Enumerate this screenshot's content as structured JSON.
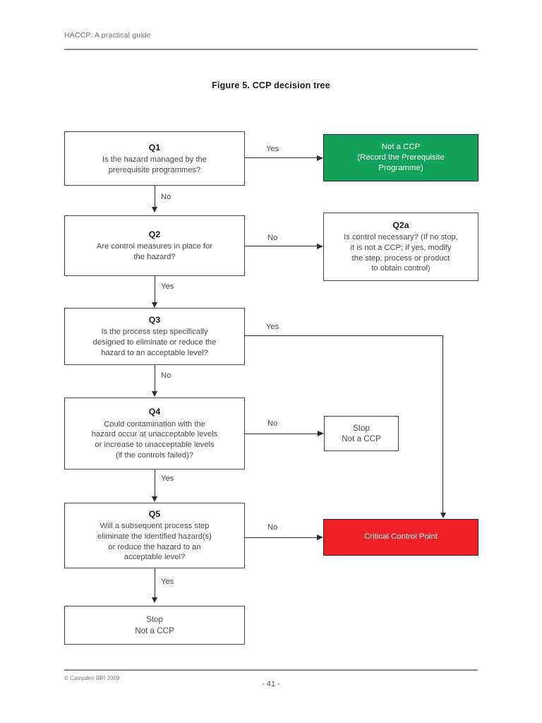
{
  "document": {
    "header": "HACCP: A practical guide",
    "figure_title": "Figure 5. CCP decision tree",
    "footer_copyright": "© Campden BRI  2009",
    "page_number": "- 41 -"
  },
  "colors": {
    "green_box": "#14a35b",
    "red_box": "#ee2026",
    "box_border": "#4a4a4a",
    "text": "#4a4a4a",
    "rule": "#8a8a8a"
  },
  "chart_data": {
    "type": "diagram",
    "title": "Figure 5. CCP decision tree",
    "nodes": [
      {
        "id": "q1",
        "label": "Q1",
        "text": "Is the hazard managed by the\nprerequisite programmes?",
        "kind": "decision"
      },
      {
        "id": "not-a-ccp-prp",
        "label": "",
        "text": "Not a CCP\n(Record the Prerequisite\nProgramme)",
        "kind": "outcome-green"
      },
      {
        "id": "q2",
        "label": "Q2",
        "text": "Are control measures in place for\nthe hazard?",
        "kind": "decision"
      },
      {
        "id": "q2a",
        "label": "Q2a",
        "text": "Is control necessary? (If no stop,\nit is not a CCP; if yes, modify\nthe step, process or product\nto obtain control)",
        "kind": "decision"
      },
      {
        "id": "q3",
        "label": "Q3",
        "text": "Is the process step specifically\ndesigned to eliminate or reduce the\nhazard to an acceptable level?",
        "kind": "decision"
      },
      {
        "id": "q4",
        "label": "Q4",
        "text": "Could contamination with the\nhazard occur at  unacceptable levels\nor increase to unacceptable levels\n(if the controls failed)?",
        "kind": "decision"
      },
      {
        "id": "stop-q4",
        "label": "",
        "text": "Stop\nNot a CCP",
        "kind": "outcome"
      },
      {
        "id": "q5",
        "label": "Q5",
        "text": "Will a subsequent process step\neliminate the identified hazard(s)\nor reduce the hazard to an\nacceptable level?",
        "kind": "decision"
      },
      {
        "id": "critical-control-point",
        "label": "",
        "text": "Critical Control Point",
        "kind": "outcome-red"
      },
      {
        "id": "stop-final",
        "label": "",
        "text": "Stop\nNot a CCP",
        "kind": "outcome"
      }
    ],
    "edges": [
      {
        "from": "q1",
        "to": "not-a-ccp-prp",
        "label": "Yes"
      },
      {
        "from": "q1",
        "to": "q2",
        "label": "No"
      },
      {
        "from": "q2",
        "to": "q2a",
        "label": "No"
      },
      {
        "from": "q2",
        "to": "q3",
        "label": "Yes"
      },
      {
        "from": "q3",
        "to": "critical-control-point",
        "label": "Yes"
      },
      {
        "from": "q3",
        "to": "q4",
        "label": "No"
      },
      {
        "from": "q4",
        "to": "stop-q4",
        "label": "No"
      },
      {
        "from": "q4",
        "to": "q5",
        "label": "Yes"
      },
      {
        "from": "q5",
        "to": "critical-control-point",
        "label": "No"
      },
      {
        "from": "q5",
        "to": "stop-final",
        "label": "Yes"
      }
    ]
  },
  "edge_labels": {
    "q1_yes": "Yes",
    "q1_no": "No",
    "q2_no": "No",
    "q2_yes": "Yes",
    "q3_yes": "Yes",
    "q3_no": "No",
    "q4_no": "No",
    "q4_yes": "Yes",
    "q5_no": "No",
    "q5_yes": "Yes"
  }
}
